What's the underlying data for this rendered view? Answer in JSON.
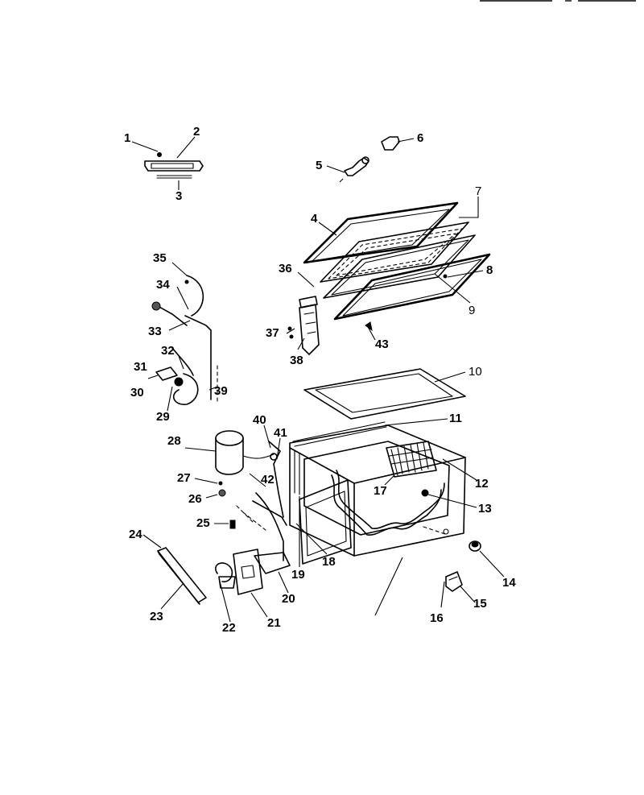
{
  "callouts": [
    {
      "id": "1",
      "bold": true
    },
    {
      "id": "2",
      "bold": true
    },
    {
      "id": "3",
      "bold": true
    },
    {
      "id": "4",
      "bold": true
    },
    {
      "id": "5",
      "bold": true
    },
    {
      "id": "6",
      "bold": true
    },
    {
      "id": "7",
      "bold": false
    },
    {
      "id": "8",
      "bold": true
    },
    {
      "id": "9",
      "bold": false
    },
    {
      "id": "10",
      "bold": false
    },
    {
      "id": "11",
      "bold": true
    },
    {
      "id": "12",
      "bold": true
    },
    {
      "id": "13",
      "bold": true
    },
    {
      "id": "14",
      "bold": true
    },
    {
      "id": "15",
      "bold": true
    },
    {
      "id": "16",
      "bold": true
    },
    {
      "id": "17",
      "bold": true
    },
    {
      "id": "18",
      "bold": true
    },
    {
      "id": "19",
      "bold": true
    },
    {
      "id": "20",
      "bold": true
    },
    {
      "id": "21",
      "bold": true
    },
    {
      "id": "22",
      "bold": true
    },
    {
      "id": "23",
      "bold": true
    },
    {
      "id": "24",
      "bold": true
    },
    {
      "id": "25",
      "bold": true
    },
    {
      "id": "26",
      "bold": true
    },
    {
      "id": "27",
      "bold": true
    },
    {
      "id": "28",
      "bold": true
    },
    {
      "id": "29",
      "bold": true
    },
    {
      "id": "30",
      "bold": true
    },
    {
      "id": "31",
      "bold": true
    },
    {
      "id": "32",
      "bold": true
    },
    {
      "id": "33",
      "bold": true
    },
    {
      "id": "34",
      "bold": true
    },
    {
      "id": "35",
      "bold": true
    },
    {
      "id": "36",
      "bold": true
    },
    {
      "id": "37",
      "bold": true
    },
    {
      "id": "38",
      "bold": true
    },
    {
      "id": "39",
      "bold": true
    },
    {
      "id": "40",
      "bold": true
    },
    {
      "id": "41",
      "bold": true
    },
    {
      "id": "42",
      "bold": true
    },
    {
      "id": "43",
      "bold": true
    }
  ]
}
